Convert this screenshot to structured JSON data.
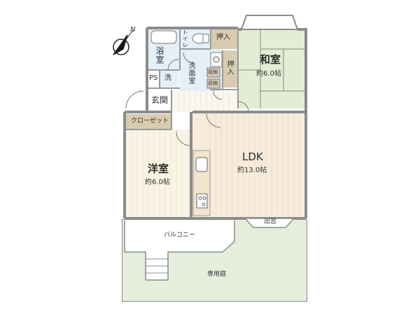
{
  "plan": {
    "compass": {
      "label": "N"
    },
    "rooms": {
      "bath": {
        "label": "浴室"
      },
      "toilet": {
        "label": "トイレ"
      },
      "closet_top": {
        "label": "押入"
      },
      "closet_side": {
        "label": "押入"
      },
      "washroom": {
        "label": "洗面室"
      },
      "storage_1": {
        "label": "収納"
      },
      "storage_2": {
        "label": "収納"
      },
      "ps": {
        "label": "PS"
      },
      "washer": {
        "label": "洗"
      },
      "entrance": {
        "label": "玄関"
      },
      "walk_closet": {
        "label": "クローゼット"
      },
      "japanese_room": {
        "label": "和室",
        "size": "約6.0帖"
      },
      "western_room": {
        "label": "洋室",
        "size": "約6.0帖"
      },
      "ldk": {
        "label": "LDK",
        "size": "約13.0帖"
      },
      "bay_window": {
        "label": "出窓"
      },
      "balcony": {
        "label": "バルコニー"
      },
      "private_garden": {
        "label": "専用庭"
      }
    },
    "colors": {
      "wall": "#8c8c8c",
      "tatami": "#e3edd5",
      "flooring": "#f7ecdc",
      "wet_area": "#e4eff8",
      "storage": "#d8cbb0",
      "garden": "#e4eedb",
      "balcony": "#ffffff"
    }
  }
}
